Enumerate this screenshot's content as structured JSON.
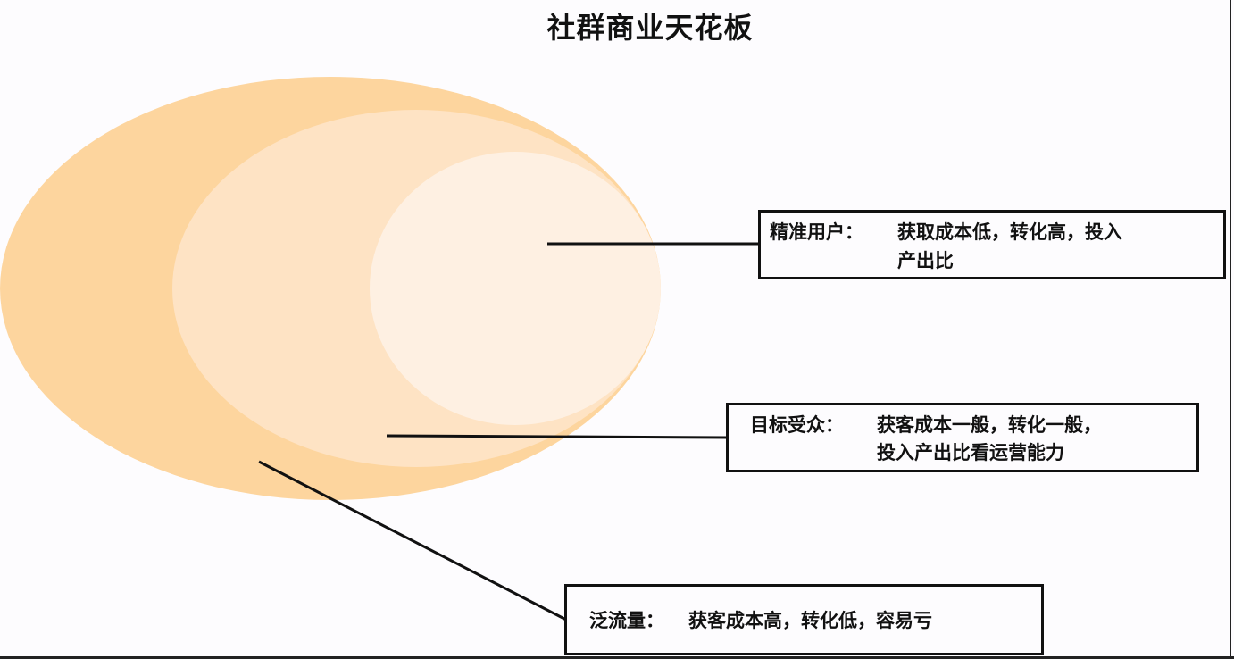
{
  "title": "社群商业天花板",
  "colors": {
    "outer_ellipse": "#fdd59e",
    "middle_ellipse": "#fee3c4",
    "inner_ellipse": "#fef0e2",
    "line": "#111111",
    "background": "#fdfcfe"
  },
  "layers": [
    {
      "id": "precise-users",
      "head": "精准用户：",
      "body_line1": "获取成本低，转化高，投入",
      "body_line2": "产出比"
    },
    {
      "id": "target-audience",
      "head": "目标受众：",
      "body_line1": "获客成本一般，转化一般，",
      "body_line2": "投入产出比看运营能力"
    },
    {
      "id": "general-traffic",
      "head": "泛流量：",
      "body_line1": "获客成本高，转化低，容易亏"
    }
  ]
}
